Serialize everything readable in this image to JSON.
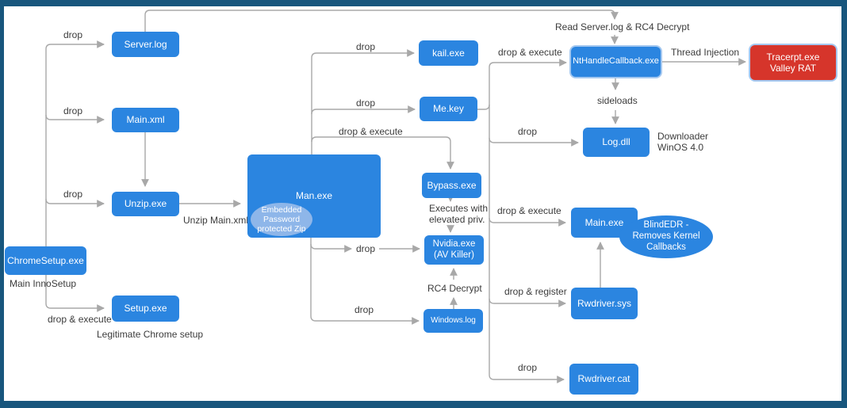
{
  "diagram": {
    "title": "Malware infection chain flowchart",
    "nodes": {
      "chromesetup": "ChromeSetup.exe",
      "server_log": "Server.log",
      "main_xml": "Main.xml",
      "unzip_exe": "Unzip.exe",
      "setup_exe": "Setup.exe",
      "man_exe": "Man.exe",
      "embedded_zip": "Embedded\nPassword\nprotected Zip",
      "kail_exe": "kail.exe",
      "me_key": "Me.key",
      "bypass_exe": "Bypass.exe",
      "nvidia_exe": "Nvidia.exe\n(AV Killer)",
      "windows_log": "Windows.log",
      "nthandlecallback": "NtHandleCallback.exe",
      "tracerpt": "Tracerpt.exe\nValley RAT",
      "log_dll": "Log.dll",
      "main_exe_edr": "Main.exe",
      "blindedr": "BlindEDR -\nRemoves Kernel\nCallbacks",
      "rwdriver_sys": "Rwdriver.sys",
      "rwdriver_cat": "Rwdriver.cat"
    },
    "labels": {
      "drop_serverlog": "drop",
      "drop_mainxml": "drop",
      "drop_unzip": "drop",
      "main_innosetup": "Main InnoSetup",
      "drop_execute_setup": "drop & execute",
      "legitimate_chrome": "Legitimate Chrome setup",
      "unzip_mainxml": "Unzip Main.xml",
      "drop_kail": "drop",
      "drop_mekey": "drop",
      "drop_execute_bypass": "drop & execute",
      "executes_elevated": "Executes with\nelevated priv.",
      "rc4_decrypt": "RC4 Decrypt",
      "drop_nvidia": "drop",
      "drop_windowslog": "drop",
      "read_serverlog_rc4": "Read Server.log & RC4 Decrypt",
      "thread_injection": "Thread Injection",
      "sideloads": "sideloads",
      "downloader_winos": "Downloader\nWinOS 4.0",
      "drop_execute_nthandle": "drop & execute",
      "drop_logdll": "drop",
      "drop_execute_main": "drop & execute",
      "drop_register": "drop & register",
      "drop_rwdrivercat": "drop"
    },
    "colors": {
      "node_blue": "#2b85e0",
      "payload_red": "#d6352b",
      "light_ellipse_blue": "#96bae9",
      "outline_blue": "#a5c8f0",
      "frame_teal": "#18567d",
      "connector_gray": "#a8a8a8",
      "label_text": "#3b3b3b"
    }
  }
}
